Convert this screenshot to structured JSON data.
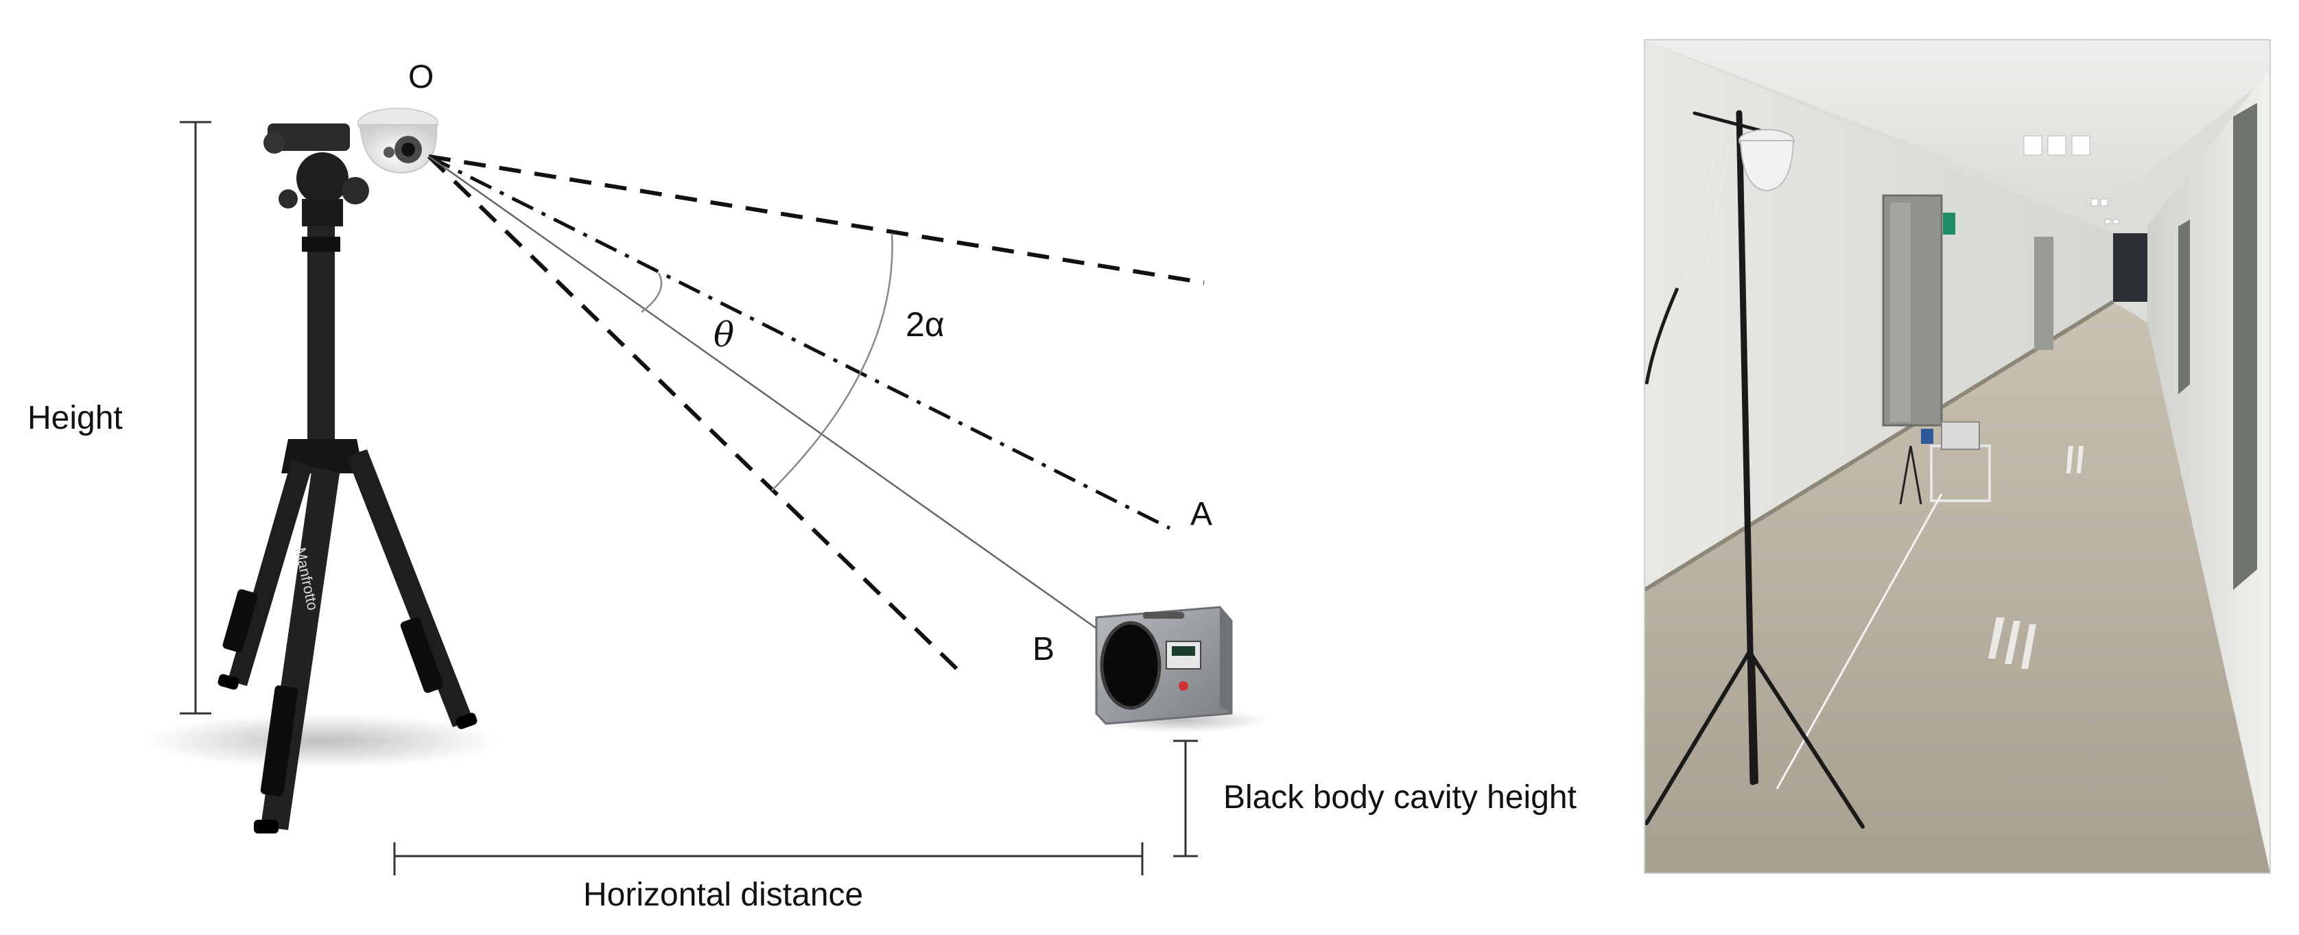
{
  "diagram": {
    "labels": {
      "origin": "O",
      "point_a": "A",
      "point_b": "B",
      "theta": "θ",
      "fov": "2α",
      "height": "Height",
      "horizontal_distance": "Horizontal distance",
      "blackbody_height": "Black body cavity height"
    },
    "devices": {
      "tripod_brand": "Manfrotto",
      "camera_icon": "dome-camera-icon",
      "blackbody_icon": "blackbody-source-icon"
    },
    "colors": {
      "ink": "#111111",
      "tripod": "#1c1c1c",
      "blackbody_case": "#8f9396",
      "blackbody_cavity": "#0a0a0a"
    }
  },
  "photo": {
    "caption": ""
  }
}
